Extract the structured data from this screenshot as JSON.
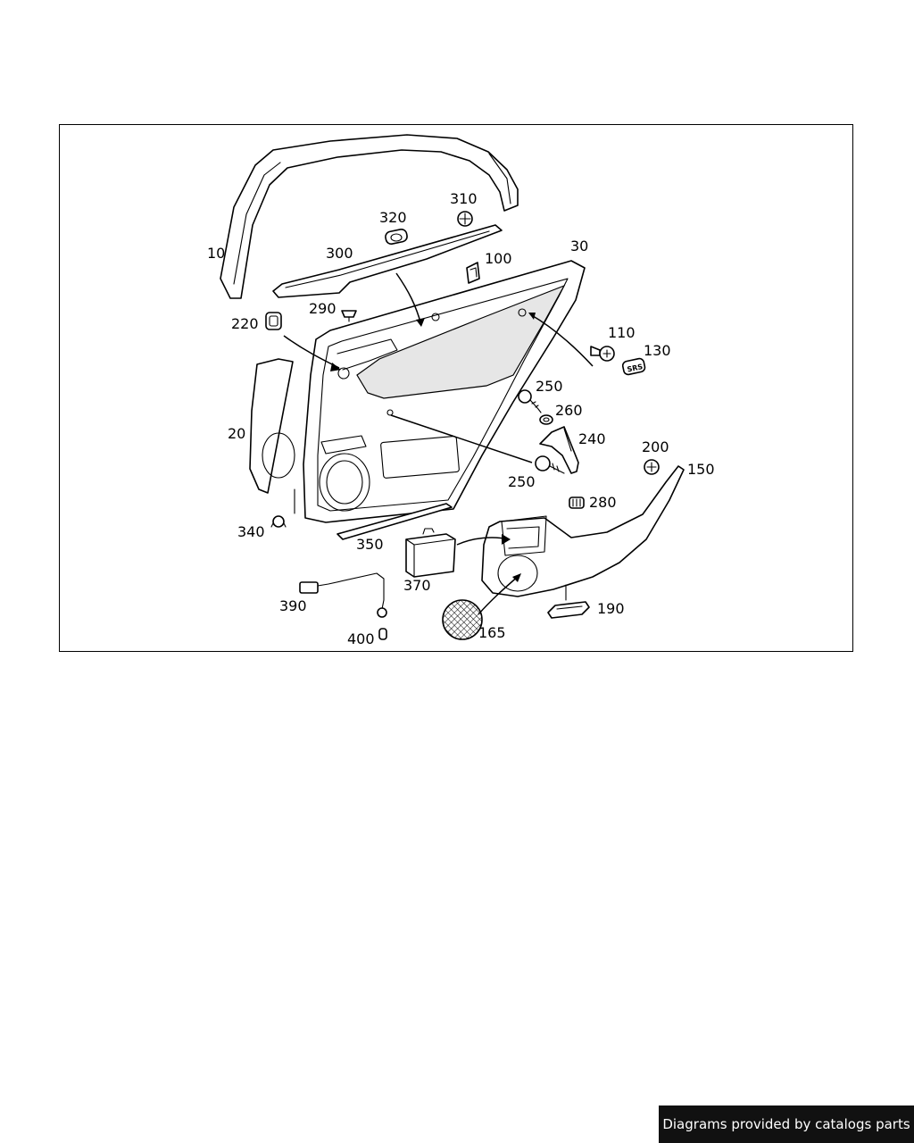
{
  "footer": {
    "text": "Diagrams provided by catalogs parts"
  },
  "labels": {
    "p10": "10",
    "p20": "20",
    "p30": "30",
    "p100": "100",
    "p110": "110",
    "p130": "130",
    "p150": "150",
    "p165": "165",
    "p190": "190",
    "p200": "200",
    "p220": "220",
    "p240": "240",
    "p250a": "250",
    "p250b": "250",
    "p260": "260",
    "p280": "280",
    "p290": "290",
    "p300": "300",
    "p310": "310",
    "p320": "320",
    "p340": "340",
    "p350": "350",
    "p370": "370",
    "p390": "390",
    "p400": "400"
  },
  "badges": {
    "srs": "SRS"
  }
}
